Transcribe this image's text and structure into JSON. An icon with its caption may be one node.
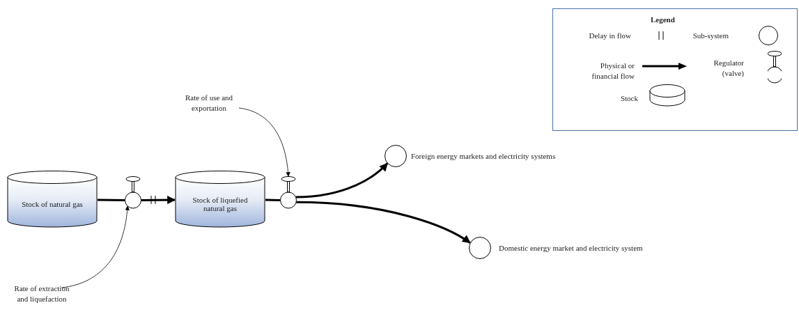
{
  "diagram": {
    "nodes": [
      {
        "text": [
          "Stock of natural gas"
        ]
      },
      {
        "text": [],
        "shape": "circle"
      },
      {
        "text": [
          "Stock of liquefied natural gas"
        ]
      },
      {
        "text": [],
        "shape": "circle"
      },
      {
        "text": [],
        "shape": "circle",
        "beside": [
          "Foreign energy markets and electricity systems"
        ]
      },
      {
        "text": [],
        "shape": "circle",
        "beside": [
          "Domestic energy market and electricity system"
        ]
      },
      {
        "text": [
          "Rate of use and exportation"
        ]
      },
      {
        "text": [
          "Rate of extraction and liquefaction"
        ]
      }
    ],
    "edges": [
      {
        "from": 0,
        "to": 1,
        "arrow": "none"
      },
      {
        "from": 1,
        "to": 2,
        "arrow": "to"
      },
      {
        "from": 2,
        "to": 3,
        "arrow": "none"
      },
      {
        "from": 3,
        "to": 4,
        "arrow": "to"
      },
      {
        "from": 3,
        "to": 5,
        "arrow": "to"
      },
      {
        "from": 6,
        "to": 3,
        "arrow": "to"
      },
      {
        "from": 7,
        "to": 1,
        "arrow": "to"
      }
    ],
    "labels": [
      "Legend"
    ],
    "legend": [
      {
        "text": "Delay in flow"
      },
      {
        "text": "Sub-system"
      },
      {
        "text": "Physical or financial flow"
      },
      {
        "text": "Regulator (valve)"
      },
      {
        "text": "Stock"
      }
    ]
  }
}
